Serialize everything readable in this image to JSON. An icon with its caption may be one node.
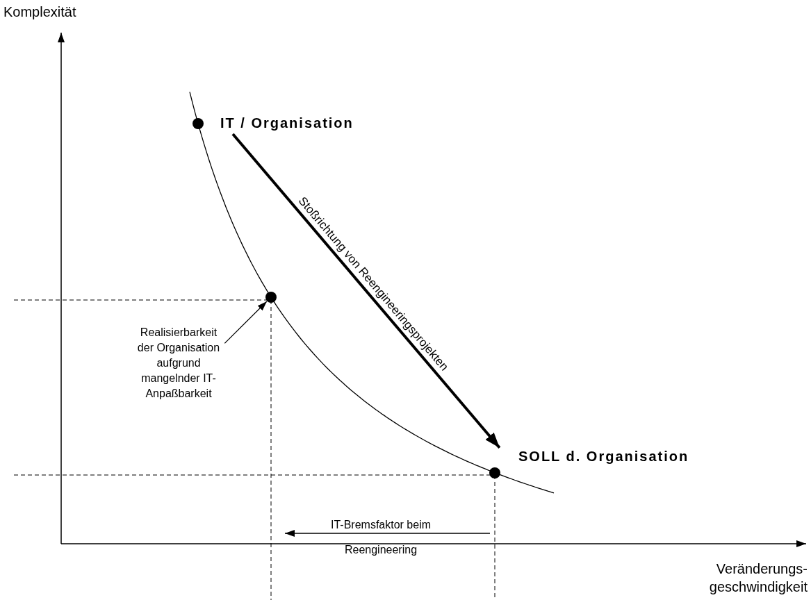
{
  "diagram": {
    "nodes": [
      {
        "text": [],
        "shape": "circle",
        "beside": [
          "IT / Organisation"
        ]
      },
      {
        "text": [],
        "shape": "circle"
      },
      {
        "text": [],
        "shape": "circle",
        "beside": [
          "SOLL d. Organisation"
        ]
      },
      {
        "text": [
          "Realisierbarkeit der Organisation aufgrund mangelnder IT-Anpaßbarkeit"
        ]
      }
    ],
    "edges": [
      {
        "from": 0,
        "to": 2,
        "arrow": "to",
        "label": "Stoßrichtung von Reengineeringsprojekten",
        "style": "thick"
      },
      {
        "from": 3,
        "to": 1,
        "arrow": "to"
      }
    ],
    "labels": [
      "Komplexität",
      "IT-Bremsfaktor beim Reengineering",
      "Veränderungs- geschwindigkeit"
    ]
  }
}
